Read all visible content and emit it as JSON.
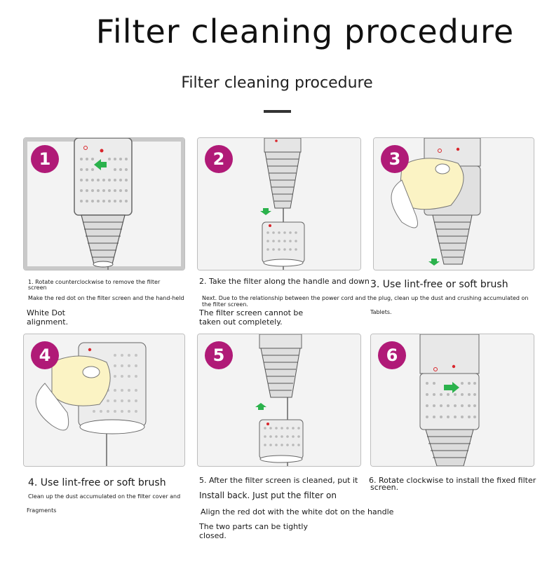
{
  "title": "Filter cleaning procedure",
  "subtitle": "Filter cleaning procedure",
  "steps": [
    {
      "number": "1"
    },
    {
      "number": "2"
    },
    {
      "number": "3"
    },
    {
      "number": "4"
    },
    {
      "number": "5"
    },
    {
      "number": "6"
    }
  ],
  "captions": {
    "s1_a": "1. Rotate counterclockwise to remove the filter",
    "s1_b": "screen",
    "s1_c": "Make the red dot on the filter screen and the hand-held",
    "s1_d": "White Dot",
    "s1_e": "alignment.",
    "s2_a": "2. Take the filter along the handle and down",
    "s2_b": "Next. Due to the relationship between the power cord and the plug, clean up the dust and crushing accumulated on",
    "s2_c": "the filter screen.",
    "s2_d": "The filter screen cannot be",
    "s2_e": "taken out completely.",
    "s3_a": "3. Use lint-free or soft brush",
    "s3_b": "Tablets.",
    "s4_a": "4. Use lint-free or soft brush",
    "s4_b": "Clean up the dust accumulated on the filter cover and",
    "s4_c": "Fragments",
    "s5_a": "5. After the filter screen is cleaned, put it",
    "s5_b": "Install back. Just put the filter on",
    "s5_c": "Align the red dot with the white dot on the handle",
    "s5_d": "The two parts can be tightly",
    "s5_e": "closed.",
    "s6_a": "6. Rotate clockwise to install the fixed filter",
    "s6_b": "screen."
  },
  "colors": {
    "badge": "#b01a77",
    "arrow": "#2bb24c",
    "red_dot": "#d9262c",
    "panel_bg": "#f3f3f3"
  }
}
